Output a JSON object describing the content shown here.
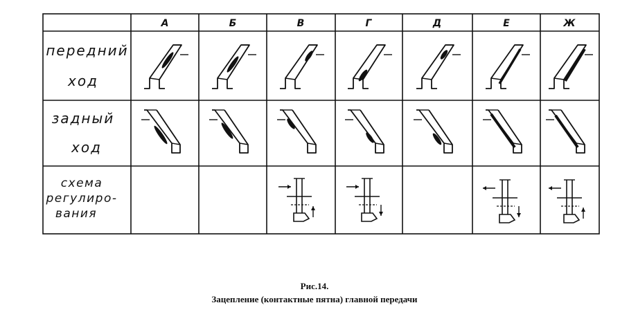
{
  "table": {
    "columns": [
      "А",
      "Б",
      "В",
      "Г",
      "Д",
      "Е",
      "Ж"
    ],
    "rows": [
      {
        "label_lines": [
          "передний",
          "ход"
        ]
      },
      {
        "label_lines": [
          "задный",
          "ход"
        ]
      },
      {
        "label_lines": [
          "схема",
          "регулиро-",
          "вания"
        ]
      }
    ],
    "adjustment_scheme_columns": [
      "В",
      "Г",
      "Е",
      "Ж"
    ]
  },
  "caption": {
    "number": "Рис.14.",
    "title": "Зацепление (контактные пятна) главной передачи"
  }
}
